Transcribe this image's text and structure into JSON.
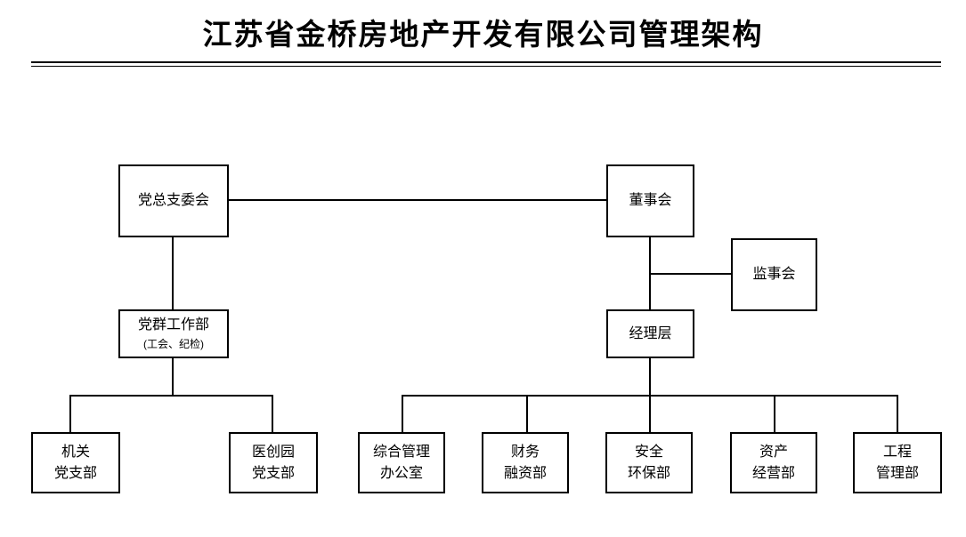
{
  "title": "江苏省金桥房地产开发有限公司管理架构",
  "colors": {
    "line": "#000000",
    "background": "#ffffff",
    "text": "#000000"
  },
  "nodes": {
    "party_committee": {
      "label": "党总支委会"
    },
    "board": {
      "label": "董事会"
    },
    "supervisory": {
      "label": "监事会"
    },
    "party_mass": {
      "label": "党群工作部",
      "sub": "(工会、纪检)"
    },
    "management": {
      "label": "经理层"
    },
    "branches": [
      {
        "line1": "机关",
        "line2": "党支部"
      },
      {
        "line1": "医创园",
        "line2": "党支部"
      }
    ],
    "departments": [
      {
        "line1": "综合管理",
        "line2": "办公室"
      },
      {
        "line1": "财务",
        "line2": "融资部"
      },
      {
        "line1": "安全",
        "line2": "环保部"
      },
      {
        "line1": "资产",
        "line2": "经营部"
      },
      {
        "line1": "工程",
        "line2": "管理部"
      }
    ]
  }
}
